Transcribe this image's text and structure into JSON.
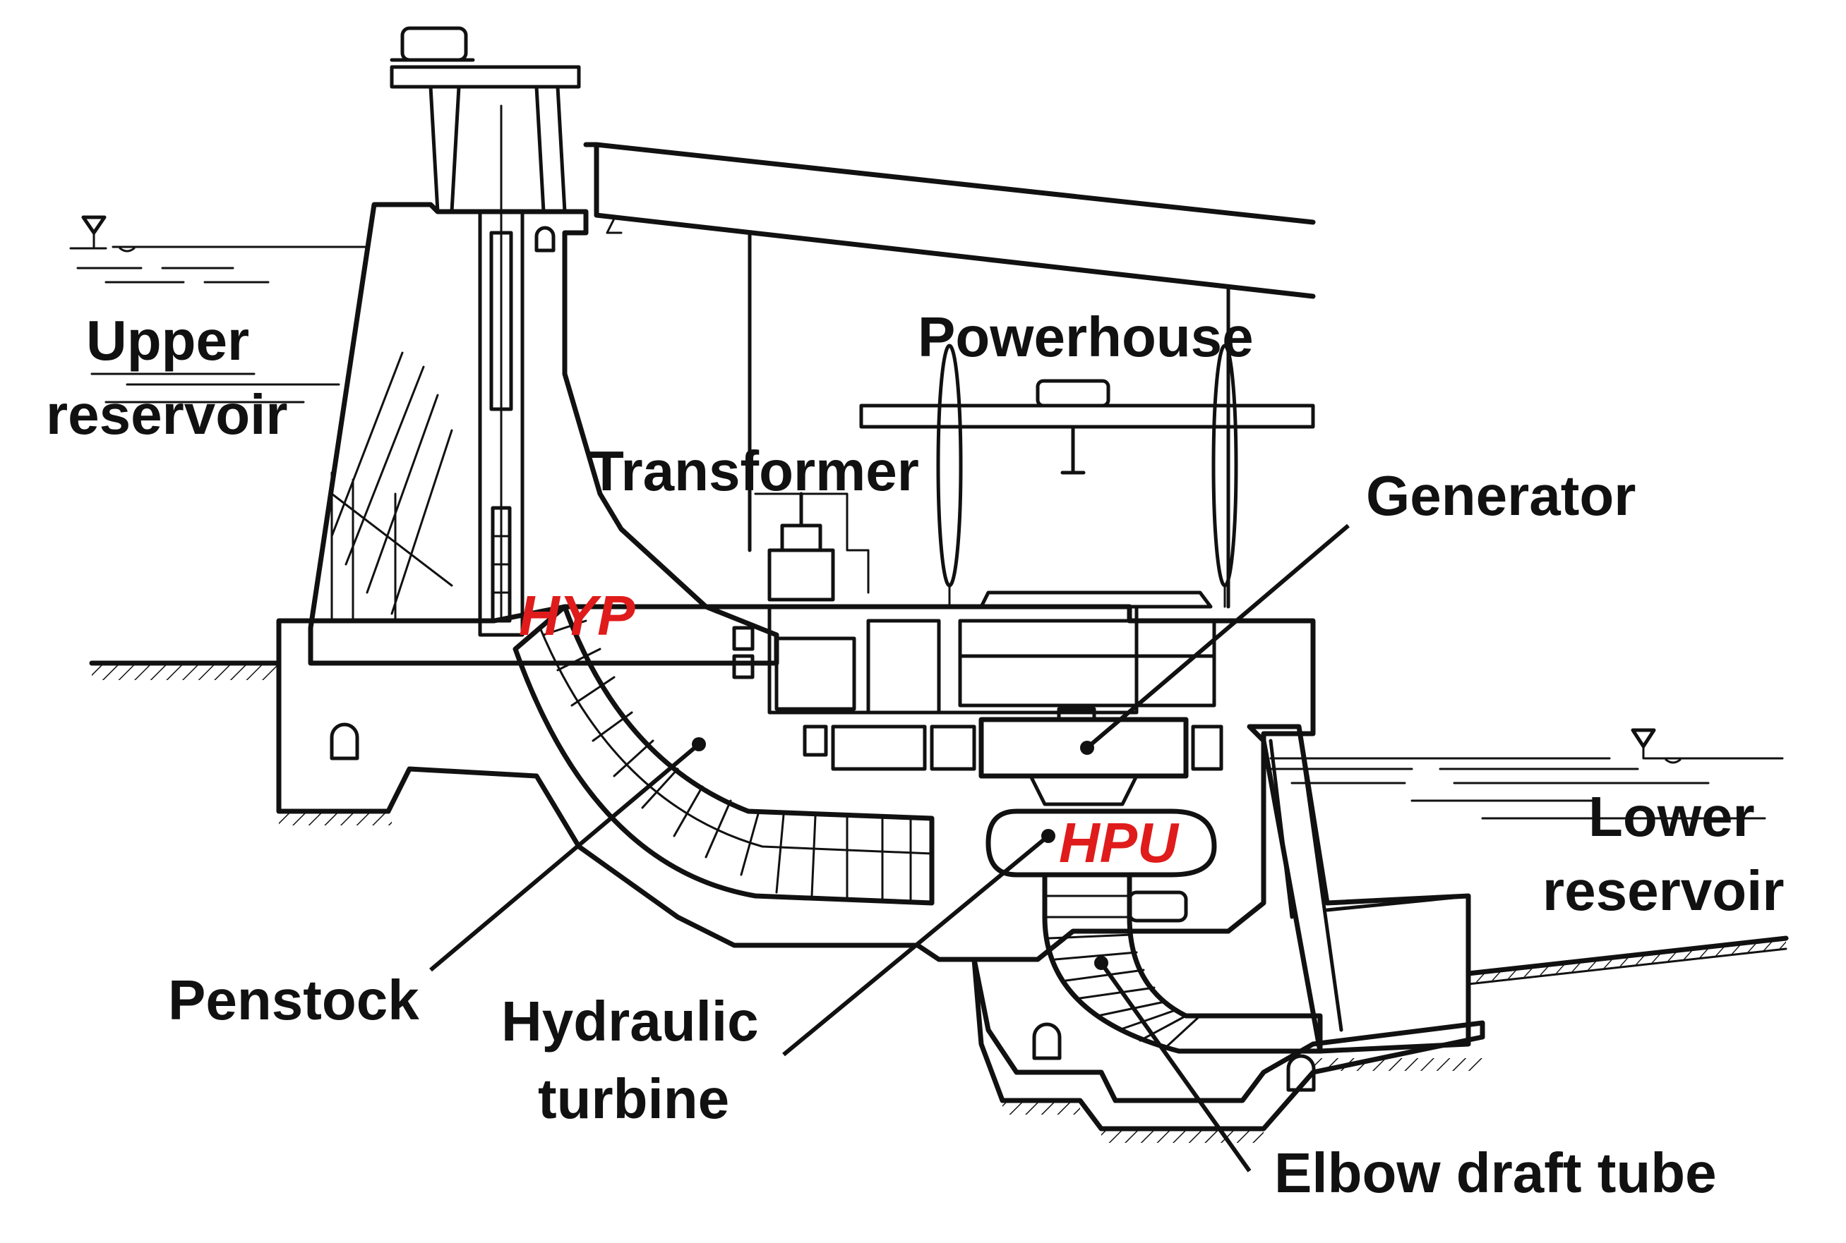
{
  "labels": {
    "upper_reservoir_line1": "Upper",
    "upper_reservoir_line2": "reservoir",
    "powerhouse": "Powerhouse",
    "transformer": "Transformer",
    "generator": "Generator",
    "lower_reservoir_line1": "Lower",
    "lower_reservoir_line2": "reservoir",
    "penstock": "Penstock",
    "hydraulic_turbine_line1": "Hydraulic",
    "hydraulic_turbine_line2": "turbine",
    "elbow_draft_tube": "Elbow draft tube"
  },
  "markers": {
    "hyp": "HYP",
    "hpu": "HPU"
  },
  "colors": {
    "ink": "#111111",
    "marker_red": "#e01b1b",
    "concrete": "#ffffff",
    "background": "#ffffff"
  }
}
